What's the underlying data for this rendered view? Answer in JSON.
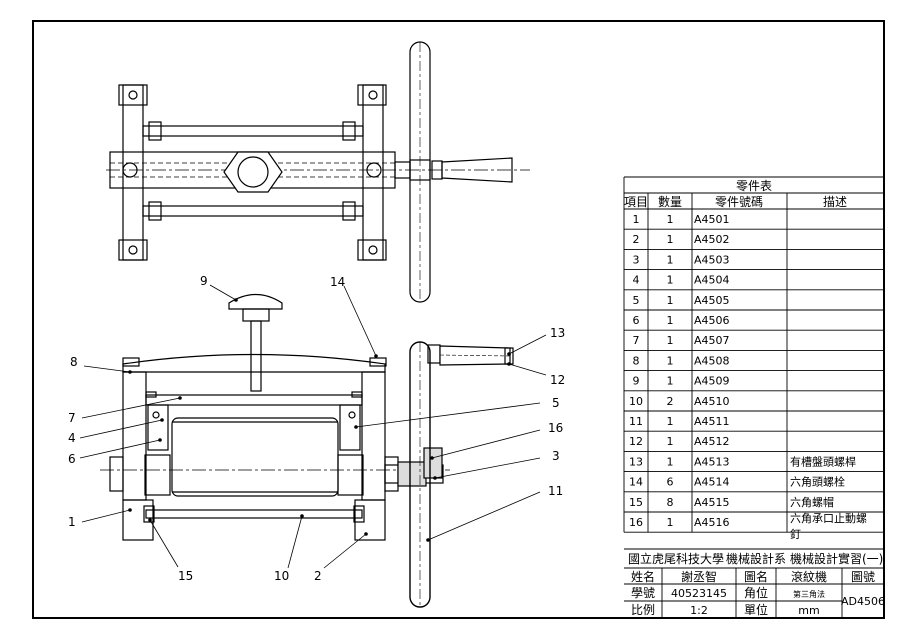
{
  "callouts": [
    "9",
    "14",
    "8",
    "7",
    "4",
    "6",
    "1",
    "15",
    "10",
    "2",
    "5",
    "16",
    "3",
    "11",
    "13",
    "12"
  ],
  "parts_table": {
    "title": "零件表",
    "headers": [
      "項目",
      "數量",
      "零件號碼",
      "描述"
    ],
    "rows": [
      {
        "item": "1",
        "qty": "1",
        "part": "A4501",
        "desc": ""
      },
      {
        "item": "2",
        "qty": "1",
        "part": "A4502",
        "desc": ""
      },
      {
        "item": "3",
        "qty": "1",
        "part": "A4503",
        "desc": ""
      },
      {
        "item": "4",
        "qty": "1",
        "part": "A4504",
        "desc": ""
      },
      {
        "item": "5",
        "qty": "1",
        "part": "A4505",
        "desc": ""
      },
      {
        "item": "6",
        "qty": "1",
        "part": "A4506",
        "desc": ""
      },
      {
        "item": "7",
        "qty": "1",
        "part": "A4507",
        "desc": ""
      },
      {
        "item": "8",
        "qty": "1",
        "part": "A4508",
        "desc": ""
      },
      {
        "item": "9",
        "qty": "1",
        "part": "A4509",
        "desc": ""
      },
      {
        "item": "10",
        "qty": "2",
        "part": "A4510",
        "desc": ""
      },
      {
        "item": "11",
        "qty": "1",
        "part": "A4511",
        "desc": ""
      },
      {
        "item": "12",
        "qty": "1",
        "part": "A4512",
        "desc": ""
      },
      {
        "item": "13",
        "qty": "1",
        "part": "A4513",
        "desc": "有槽盤頭螺桿"
      },
      {
        "item": "14",
        "qty": "6",
        "part": "A4514",
        "desc": "六角頭螺栓"
      },
      {
        "item": "15",
        "qty": "8",
        "part": "A4515",
        "desc": "六角螺帽"
      },
      {
        "item": "16",
        "qty": "1",
        "part": "A4516",
        "desc": "六角承口止動螺",
        "desc2": "釘"
      }
    ]
  },
  "title_block": {
    "school": "國立虎尾科技大學",
    "dept": "機械設計系",
    "course": "機械設計實習(一)",
    "name_label": "姓名",
    "name": "謝丞智",
    "drawing_name_label": "圖名",
    "drawing_name": "滾紋機",
    "drawing_no_label": "圖號",
    "drawing_no": "AD4506",
    "student_id_label": "學號",
    "student_id": "40523145",
    "angle_label": "角位",
    "angle": "第三角法",
    "scale_label": "比例",
    "scale": "1:2",
    "unit_label": "單位",
    "unit": "mm"
  }
}
